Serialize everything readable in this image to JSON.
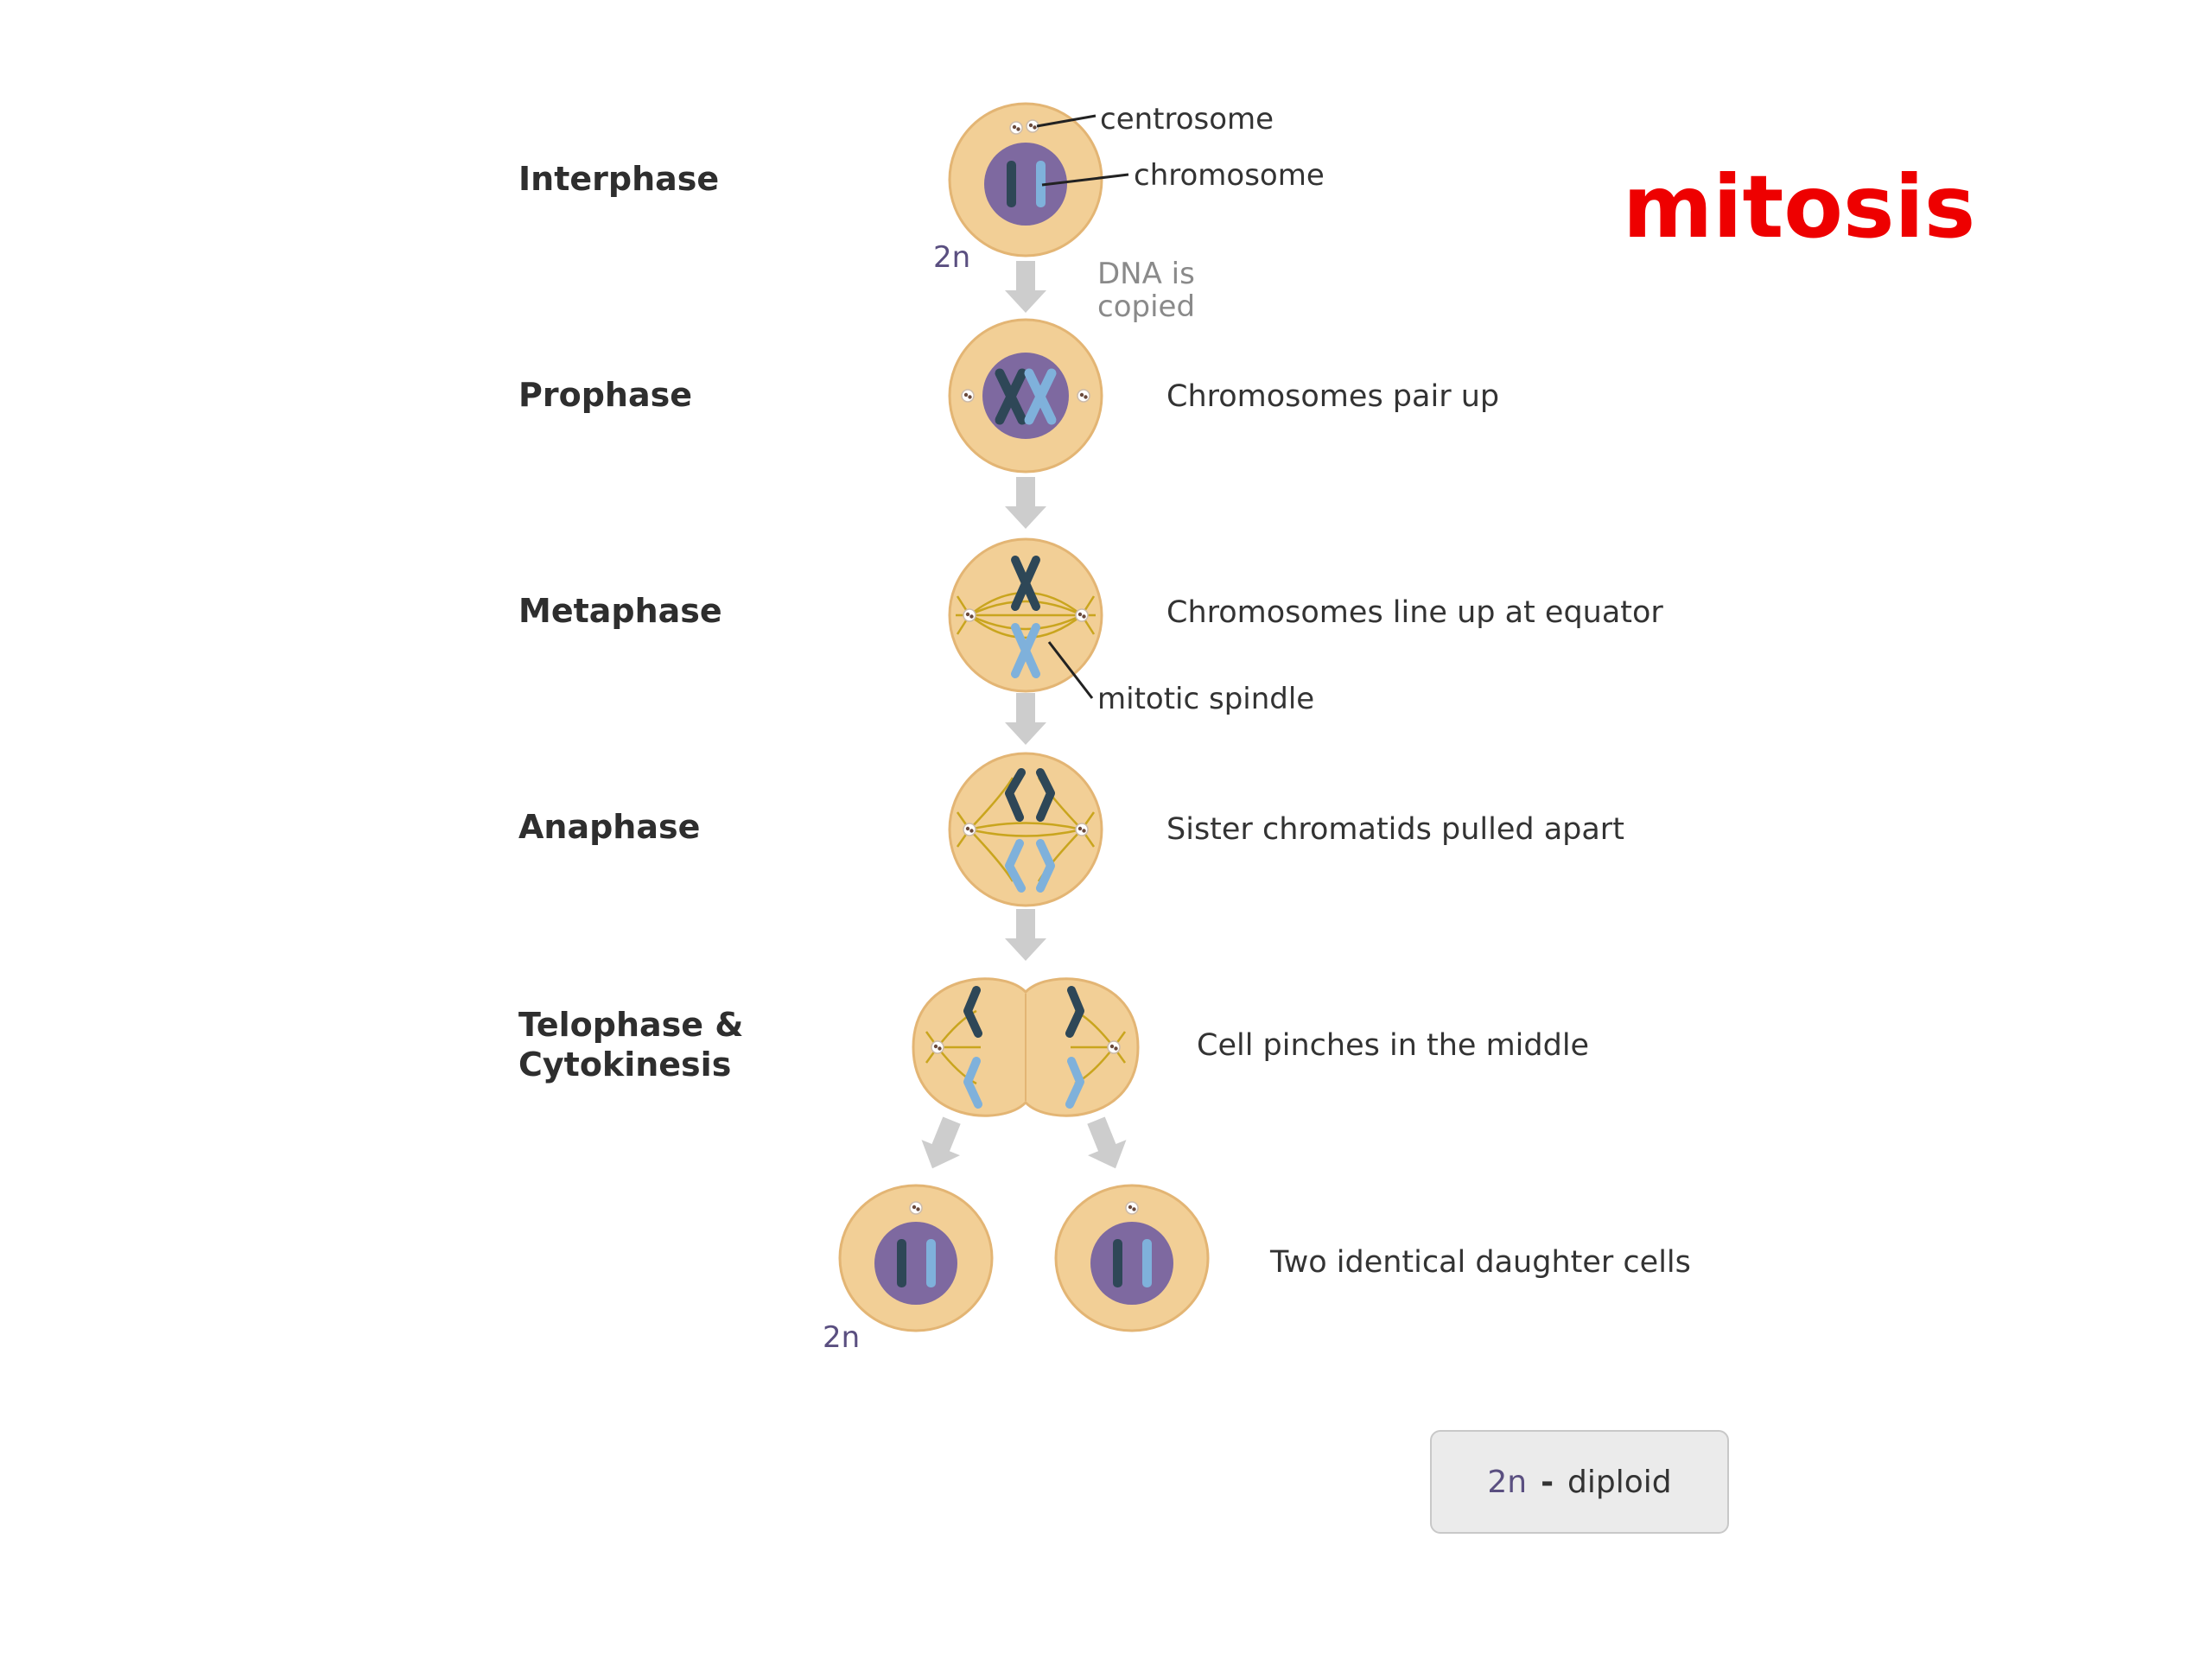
{
  "title": "mitosis",
  "phases": [
    {
      "label": "Interphase",
      "description": ""
    },
    {
      "label": "Prophase",
      "description": "Chromosomes pair up"
    },
    {
      "label": "Metaphase",
      "description": "Chromosomes line up at equator"
    },
    {
      "label": "Anaphase",
      "description": "Sister chromatids pulled apart"
    },
    {
      "label_line1": "Telophase &",
      "label_line2": "Cytokinesis",
      "description": "Cell pinches in the middle"
    },
    {
      "label": "",
      "description": "Two identical daughter cells"
    }
  ],
  "callouts": {
    "centrosome": "centrosome",
    "chromosome": "chromosome",
    "mitotic_spindle": "mitotic spindle"
  },
  "transition_note_line1": "DNA is",
  "transition_note_line2": "copied",
  "ploidy_label": "2n",
  "legend": {
    "symbol": "2n",
    "dash": "-",
    "meaning": "diploid"
  },
  "colors": {
    "title": "#ee0000",
    "cell_fill": "#f2cf96",
    "cell_stroke": "#e3b574",
    "nucleus": "#7e69a0",
    "chromosome_dark": "#2e4757",
    "chromosome_light": "#7fb1db",
    "spindle": "#c9a51e",
    "arrow": "#cdcdcd"
  }
}
